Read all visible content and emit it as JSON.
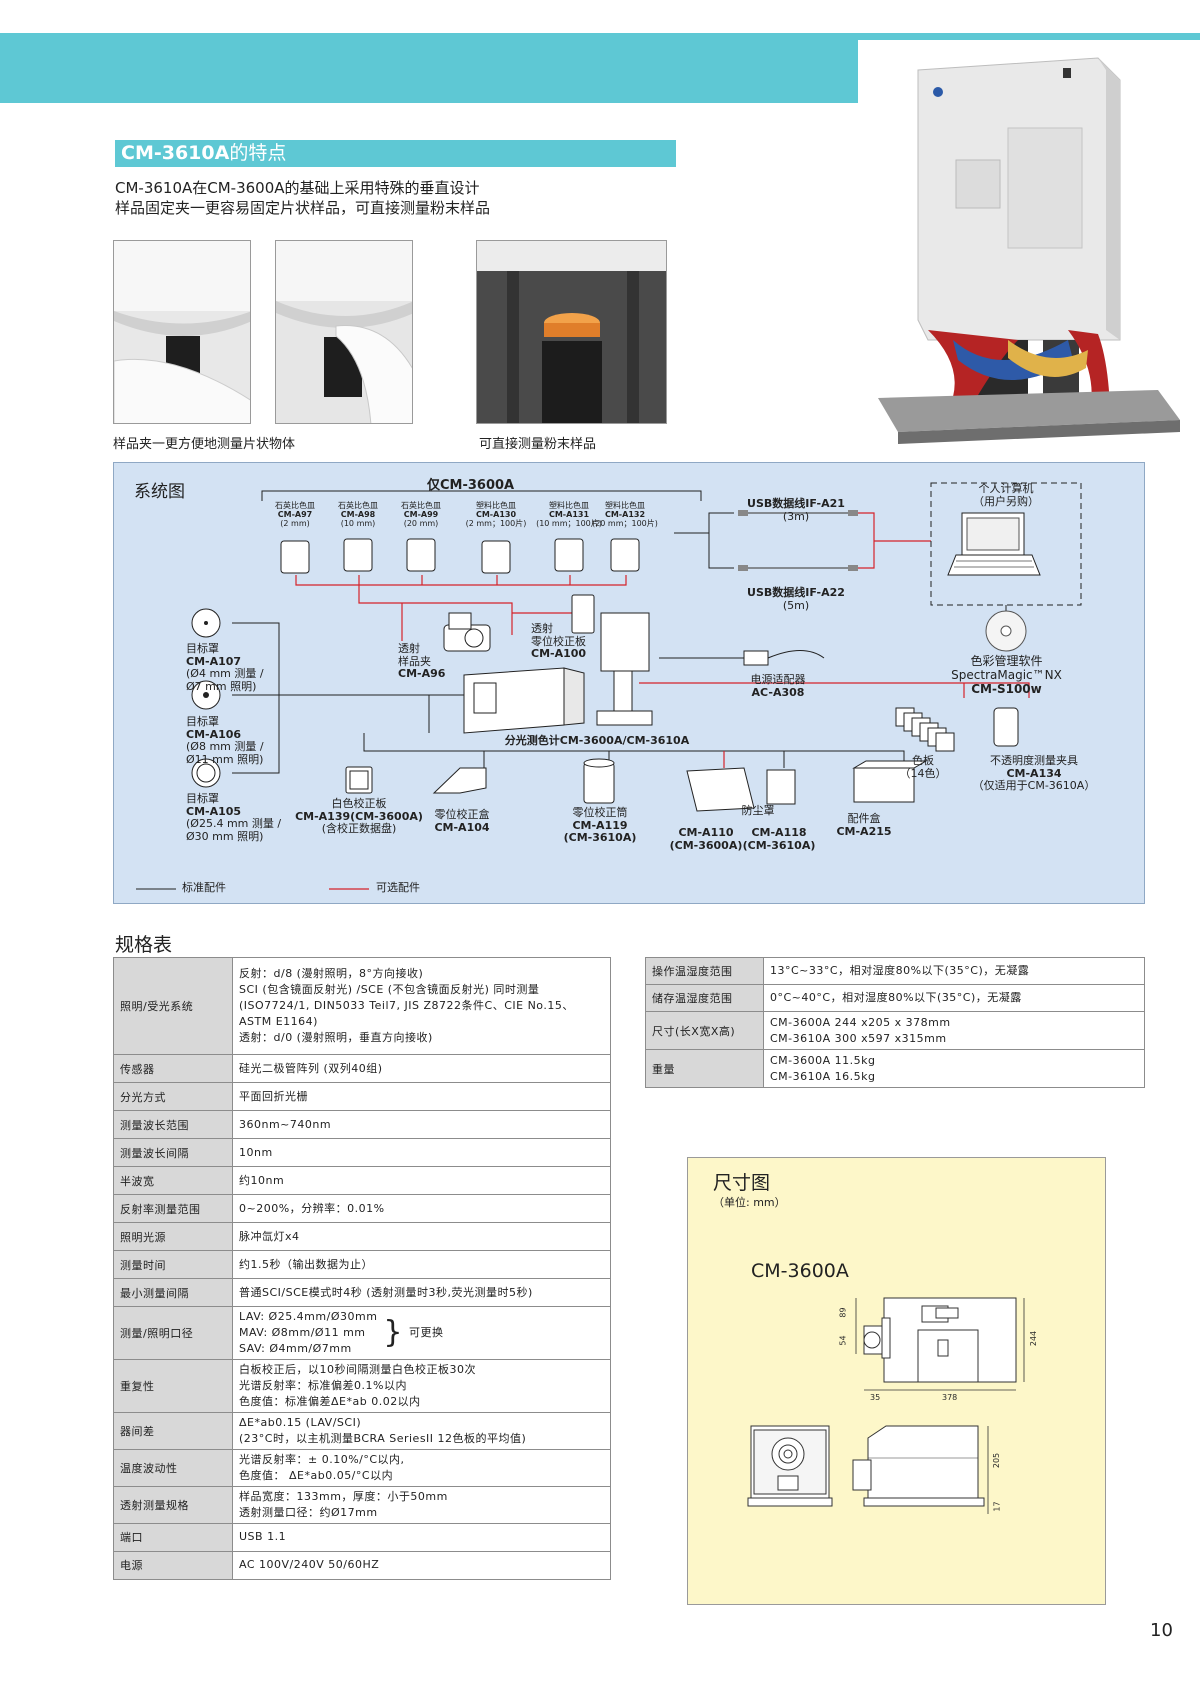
{
  "feature": {
    "heading_bold": "CM-3610A",
    "heading_rest": "的特点",
    "line1": "CM-3610A在CM-3600A的基础上采用特殊的垂直设计",
    "line2": "样品固定夹一更容易固定片状样品，可直接测量粉末样品",
    "caption_left": "样品夹一更方便地测量片状物体",
    "caption_right": "可直接测量粉末样品"
  },
  "system": {
    "title": "系统图",
    "only_3600": "仅CM-3600A",
    "cells": [
      {
        "name": "石英比色皿",
        "model": "CM-A97",
        "size": "(2 mm)"
      },
      {
        "name": "石英比色皿",
        "model": "CM-A98",
        "size": "(10 mm)"
      },
      {
        "name": "石英比色皿",
        "model": "CM-A99",
        "size": "(20 mm)"
      },
      {
        "name": "塑料比色皿",
        "model": "CM-A130",
        "size": "(2 mm；100片)"
      },
      {
        "name": "塑料比色皿",
        "model": "CM-A131",
        "size": "(10 mm；100片)"
      },
      {
        "name": "塑料比色皿",
        "model": "CM-A132",
        "size": "(20 mm；100片)"
      }
    ],
    "usb1_name": "USB数据线IF-A21",
    "usb1_len": "(3m)",
    "usb2_name": "USB数据线IF-A22",
    "usb2_len": "(5m)",
    "pc_name": "个人计算机",
    "pc_note": "（用户另购）",
    "software_name": "色彩管理软件",
    "software_brand": "SpectraMagic™NX",
    "software_model": "CM-S100w",
    "mask1": {
      "name": "目标罩",
      "model": "CM-A107",
      "spec1": "(Ø4 mm 测量 /",
      "spec2": "Ø7 mm 照明)"
    },
    "mask2": {
      "name": "目标罩",
      "model": "CM-A106",
      "spec1": "(Ø8 mm 测量 /",
      "spec2": "Ø11 mm 照明)"
    },
    "mask3": {
      "name": "目标罩",
      "model": "CM-A105",
      "spec1": "(Ø25.4 mm 测量 /",
      "spec2": "Ø30 mm 照明)"
    },
    "holder_name1": "透射",
    "holder_name2": "样品夹",
    "holder_model": "CM-A96",
    "zero_plate1": "透射",
    "zero_plate2": "零位校正板",
    "zero_plate_model": "CM-A100",
    "adapter_name": "电源适配器",
    "adapter_model": "AC-A308",
    "instrument": "分光测色计CM-3600A/CM-3610A",
    "white_name": "白色校正板",
    "white_model": "CM-A139(CM-3600A)",
    "white_note": "(含校正数据盘)",
    "zero_box_name": "零位校正盒",
    "zero_box_model": "CM-A104",
    "zero_tube_name": "零位校正筒",
    "zero_tube_model": "CM-A119",
    "zero_tube_note": "(CM-3610A)",
    "dust_name": "防尘罩",
    "dust_m1": "CM-A110",
    "dust_m1_note": "(CM-3600A)",
    "dust_m2": "CM-A118",
    "dust_m2_note": "(CM-3610A)",
    "case_name": "配件盒",
    "case_model": "CM-A215",
    "tiles_name": "色板",
    "tiles_note": "（14色）",
    "opaque_name": "不透明度测量夹具",
    "opaque_model": "CM-A134",
    "opaque_note": "（仅适用于CM-3610A）",
    "legend_std": "标准配件",
    "legend_opt": "可选配件",
    "colors": {
      "std_line": "#222222",
      "opt_line": "#d4232a"
    }
  },
  "spec": {
    "title": "规格表",
    "rows": [
      {
        "k": "照明/受光系统",
        "v": "反射：d/8 (漫射照明，8°方向接收)\nSCI (包含镜面反射光) /SCE (不包含镜面反射光) 同时测量\n(ISO7724/1, DIN5033 Teil7, JIS Z8722条件C、CIE No.15、\nASTM E1164)\n透射：d/0 (漫射照明，垂直方向接收)"
      },
      {
        "k": "传感器",
        "v": "硅光二极管阵列 (双列40组)"
      },
      {
        "k": "分光方式",
        "v": "平面回折光栅"
      },
      {
        "k": "测量波长范围",
        "v": "360nm~740nm"
      },
      {
        "k": "测量波长间隔",
        "v": "10nm"
      },
      {
        "k": "半波宽",
        "v": "约10nm"
      },
      {
        "k": "反射率测量范围",
        "v": "0~200%，分辨率：0.01%"
      },
      {
        "k": "照明光源",
        "v": "脉冲氙灯x4"
      },
      {
        "k": "测量时间",
        "v": "约1.5秒（输出数据为止）"
      },
      {
        "k": "最小测量间隔",
        "v": "普通SCI/SCE模式时4秒 (透射测量时3秒,荧光测量时5秒)"
      },
      {
        "k": "测量/照明口径",
        "v": "LAV: Ø25.4mm/Ø30mm\nMAV: Ø8mm/Ø11 mm\nSAV: Ø4mm/Ø7mm",
        "brace": "可更换"
      },
      {
        "k": "重复性",
        "v": "白板校正后，以10秒间隔测量白色校正板30次\n光谱反射率：标准偏差0.1%以内\n色度值：标准偏差ΔE*ab 0.02以内"
      },
      {
        "k": "器间差",
        "v": "ΔE*ab0.15 (LAV/SCI)\n(23°C时，以主机测量BCRA SeriesII 12色板的平均值)"
      },
      {
        "k": "温度波动性",
        "v": "光谱反射率：± 0.10%/°C以内,\n色度值： ΔE*ab0.05/°C以内"
      },
      {
        "k": "透射测量规格",
        "v": "样品宽度：133mm，厚度：小于50mm\n透射测量口径：约Ø17mm"
      },
      {
        "k": "端口",
        "v": "USB 1.1"
      },
      {
        "k": "电源",
        "v": "AC 100V/240V 50/60HZ"
      }
    ],
    "rows2": [
      {
        "k": "操作温湿度范围",
        "v": "13°C~33°C，相对湿度80%以下(35°C)，无凝露"
      },
      {
        "k": "储存温湿度范围",
        "v": "0°C~40°C，相对湿度80%以下(35°C)，无凝露"
      },
      {
        "k": "尺寸(长X宽X高)",
        "v": "CM-3600A 244 x205 x 378mm\nCM-3610A 300 x597 x315mm"
      },
      {
        "k": "重量",
        "v": "CM-3600A 11.5kg\nCM-3610A 16.5kg"
      }
    ]
  },
  "dim": {
    "title": "尺寸图",
    "unit": "（单位: mm）",
    "model": "CM-3600A",
    "d89": "89",
    "d54": "54",
    "d244": "244",
    "d35": "35",
    "d378": "378",
    "d205": "205",
    "d17": "17"
  },
  "page_number": "10"
}
